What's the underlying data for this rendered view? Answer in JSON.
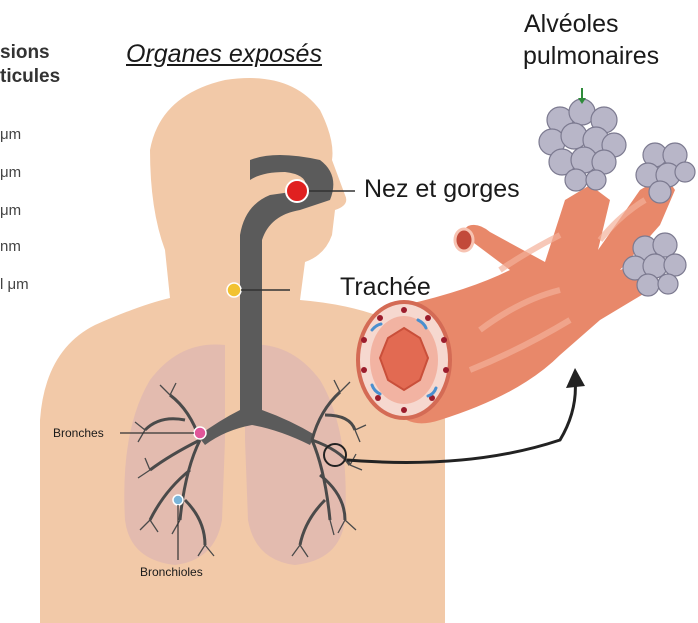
{
  "left_panel": {
    "heading_line1": "sions",
    "heading_line2": "ticules",
    "sizes": [
      "μm",
      "μm",
      "μm",
      "nm",
      "l μm"
    ]
  },
  "title": "Organes exposés",
  "labels": {
    "alveoles": "Alvéoles",
    "alveoles2": "pulmonaires",
    "nez": "Nez et gorges",
    "trachee": "Trachée",
    "bronches": "Bronches",
    "bronchioles": "Bronchioles"
  },
  "colors": {
    "skin": "#f2c9a8",
    "airway": "#5b5b5b",
    "lung": "#d9b3b3",
    "bronchus": "#e8886a",
    "alveoli": "#b8b6c8",
    "nose_dot": "#e02020",
    "trachea_dot": "#f2c230",
    "bronch_dot": "#e0559a",
    "bronchiole_dot": "#7bb4d8"
  }
}
